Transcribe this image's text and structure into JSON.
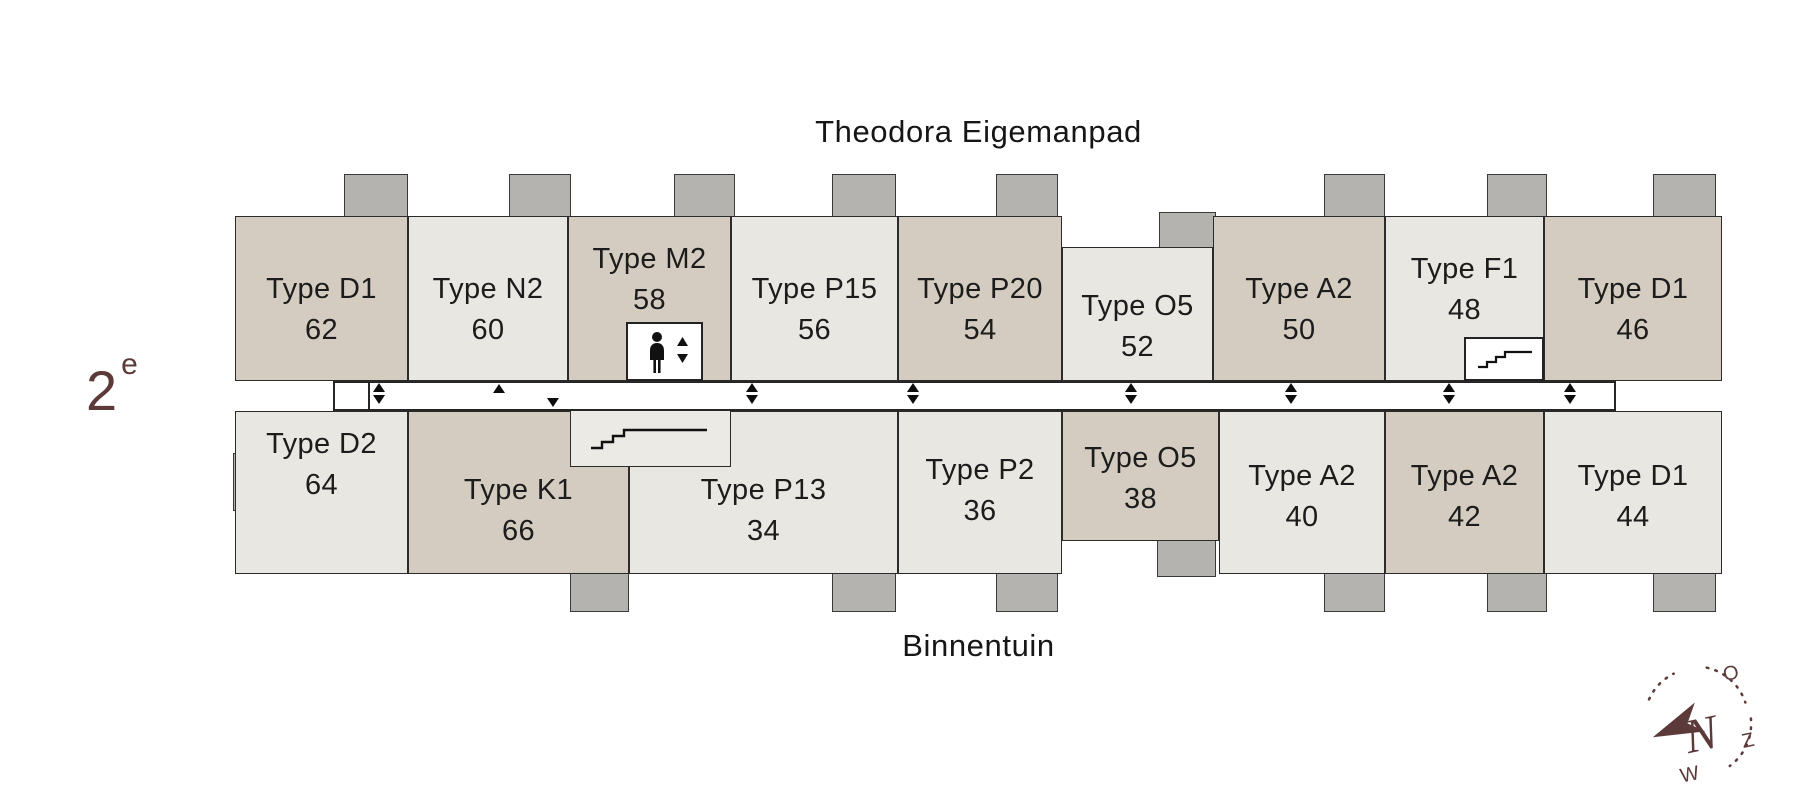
{
  "floor_indicator": {
    "number": "2",
    "superscript": "e"
  },
  "street_label_top": "Theodora Eigemanpad",
  "street_label_bottom": "Binnentuin",
  "colors": {
    "unit_tan": "#d4ccc0",
    "unit_light": "#e9e7e2",
    "balcony_gray": "#b5b3af",
    "wall": "#2b2b2b",
    "accent_maroon": "#5d3a3a",
    "text": "#1c1c1c"
  },
  "units": [
    {
      "type_label": "Type D1",
      "number": "62",
      "fill": "tan",
      "row": "top"
    },
    {
      "type_label": "Type N2",
      "number": "60",
      "fill": "light",
      "row": "top"
    },
    {
      "type_label": "Type M2",
      "number": "58",
      "fill": "tan",
      "row": "top"
    },
    {
      "type_label": "Type P15",
      "number": "56",
      "fill": "light",
      "row": "top"
    },
    {
      "type_label": "Type P20",
      "number": "54",
      "fill": "tan",
      "row": "top"
    },
    {
      "type_label": "Type O5",
      "number": "52",
      "fill": "light",
      "row": "top"
    },
    {
      "type_label": "Type A2",
      "number": "50",
      "fill": "tan",
      "row": "top"
    },
    {
      "type_label": "Type F1",
      "number": "48",
      "fill": "light",
      "row": "top"
    },
    {
      "type_label": "Type D1",
      "number": "46",
      "fill": "tan",
      "row": "top"
    },
    {
      "type_label": "Type D2",
      "number": "64",
      "fill": "light",
      "row": "bottom"
    },
    {
      "type_label": "Type K1",
      "number": "66",
      "fill": "tan",
      "row": "bottom"
    },
    {
      "type_label": "Type P13",
      "number": "34",
      "fill": "light",
      "row": "bottom"
    },
    {
      "type_label": "Type P2",
      "number": "36",
      "fill": "light",
      "row": "bottom"
    },
    {
      "type_label": "Type O5",
      "number": "38",
      "fill": "tan",
      "row": "bottom"
    },
    {
      "type_label": "Type A2",
      "number": "40",
      "fill": "light",
      "row": "bottom"
    },
    {
      "type_label": "Type A2",
      "number": "42",
      "fill": "tan",
      "row": "bottom"
    },
    {
      "type_label": "Type D1",
      "number": "44",
      "fill": "light",
      "row": "bottom"
    }
  ],
  "icons": {
    "elevator": "person-with-up-down-arrows",
    "stairs": "staircase-steps",
    "entry_arrow_up": "▲",
    "entry_arrow_down": "▼",
    "compass": "compass-rose"
  },
  "compass": {
    "n": "N",
    "o": "O",
    "z": "Z",
    "w": "W"
  }
}
